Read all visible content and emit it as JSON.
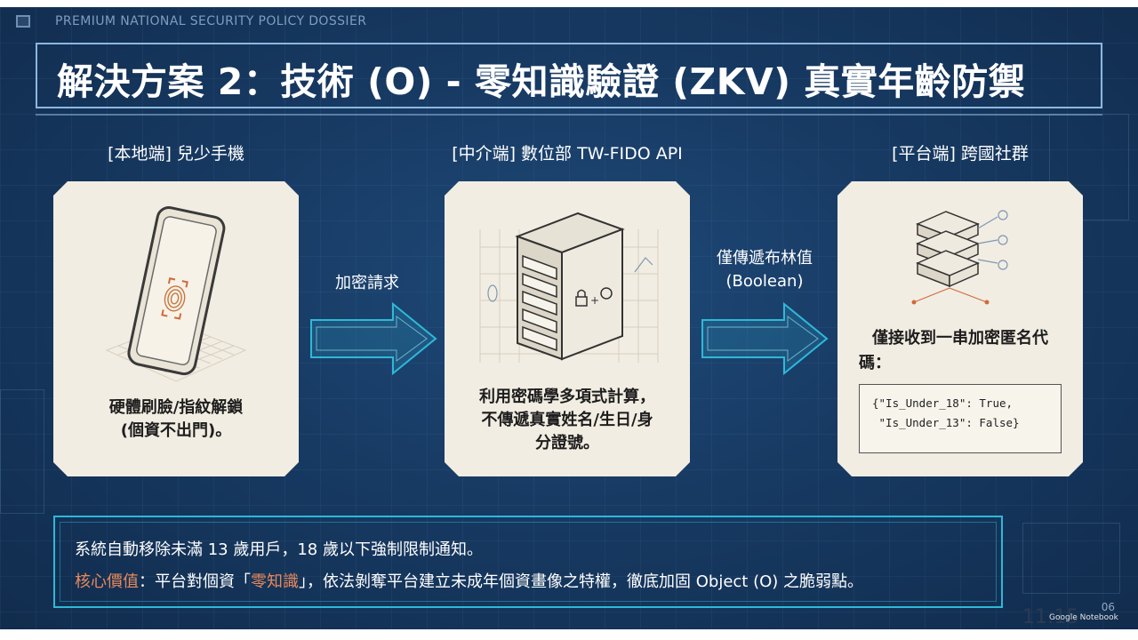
{
  "header": {
    "text": "PREMIUM NATIONAL SECURITY POLICY DOSSIER"
  },
  "title": "解決方案 2：技術 (O) - 零知識驗證 (ZKV) 真實年齡防禦",
  "columns": [
    {
      "label": "[本地端] 兒少手機",
      "text_lines": [
        "硬體刷臉/指紋解鎖",
        "(個資不出門)。"
      ]
    },
    {
      "label": "[中介端] 數位部 TW-FIDO API",
      "text_lines": [
        "利用密碼學多項式計算，",
        "不傳遞真實姓名/生日/身",
        "分證號。"
      ]
    },
    {
      "label": "[平台端] 跨國社群",
      "text_lines": [
        "僅接收到一串加密匿名代",
        "碼："
      ],
      "code_lines": [
        "{\"Is_Under_18\": True,",
        " \"Is_Under_13\": False}"
      ]
    }
  ],
  "arrows": [
    {
      "label_lines": [
        "加密請求"
      ]
    },
    {
      "label_lines": [
        "僅傳遞布林值",
        "(Boolean)"
      ]
    }
  ],
  "bottom": {
    "line1": "系統自動移除未滿 13 歲用戶，18 歲以下強制限制通知。",
    "core_label": "核心價值",
    "line2_part1": "：平台對個資「",
    "line2_highlight": "零知識",
    "line2_part2": "」，依法剝奪平台建立未成年個資畫像之特權，徹底加固 Object (O) 之脆弱點。"
  },
  "page_number": "06",
  "time": "11:15",
  "watermark": "Google Notebook",
  "colors": {
    "background": "#173a63",
    "card": "#f2ede2",
    "accent": "#e9895a",
    "frame": "#2fb8d8",
    "arrow": "#2fb8d8"
  },
  "icons": [
    "smartphone-fingerprint-icon",
    "server-icon",
    "server-stack-network-icon",
    "arrow-right-icon"
  ]
}
